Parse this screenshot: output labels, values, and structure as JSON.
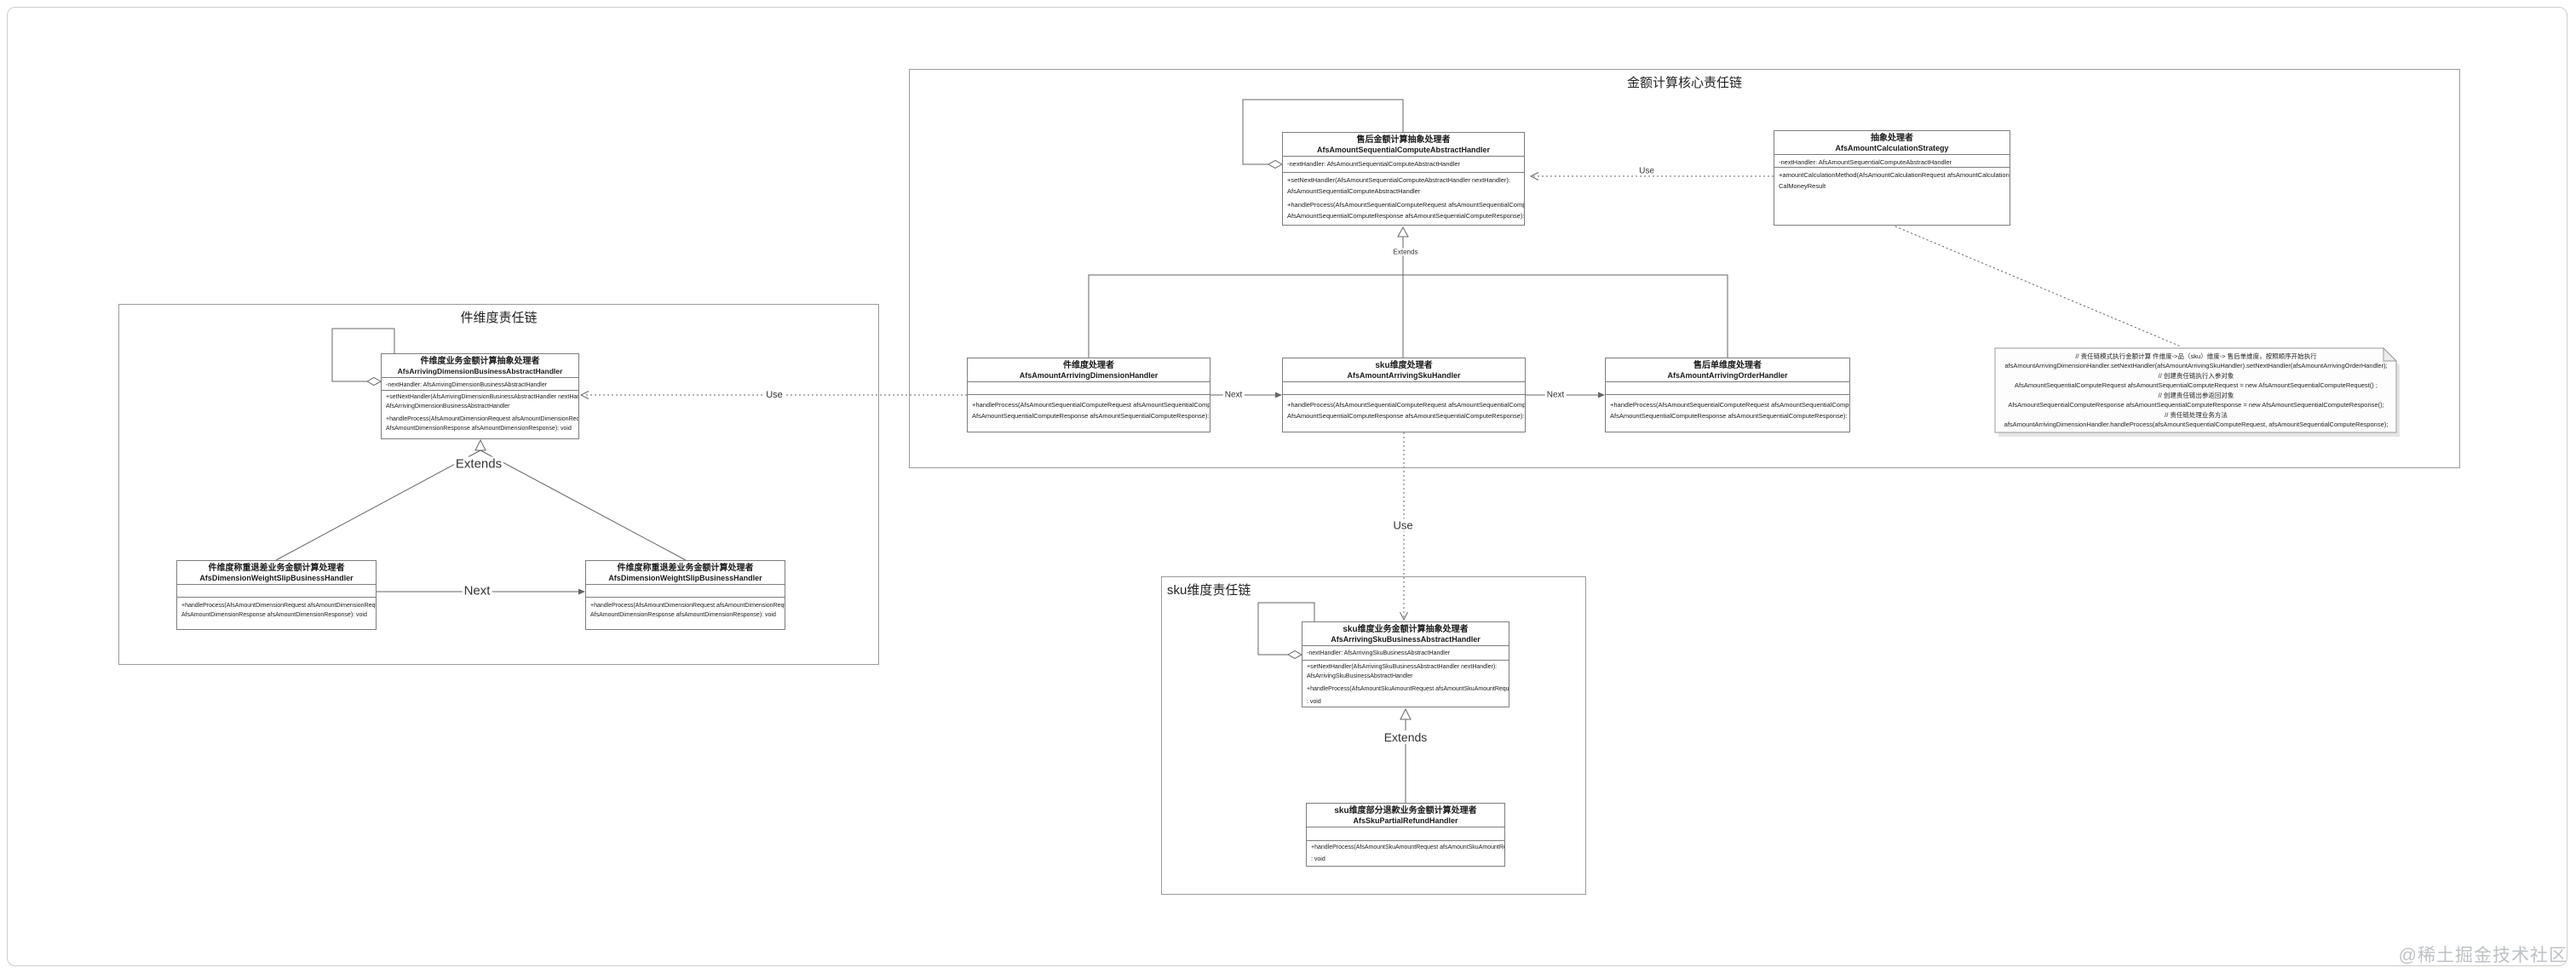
{
  "containers": {
    "core": {
      "title": "金额计算核心责任链"
    },
    "dimension": {
      "title": "件维度责任链"
    },
    "sku": {
      "title": "sku维度责任链"
    }
  },
  "classes": {
    "computeAbstract": {
      "name_cn": "售后金额计算抽象处理者",
      "name_en": "AfsAmountSequentialComputeAbstractHandler",
      "fields": [
        "-nextHandler: AfsAmountSequentialComputeAbstractHandler"
      ],
      "methods": [
        "+setNextHandler(AfsAmountSequentialComputeAbstractHandler nextHandler):",
        "AfsAmountSequentialComputeAbstractHandler",
        "+handleProcess(AfsAmountSequentialComputeRequest afsAmountSequentialComputeRequest,",
        "AfsAmountSequentialComputeResponse afsAmountSequentialComputeResponse): void"
      ]
    },
    "strategy": {
      "name_cn": "抽象处理者",
      "name_en": "AfsAmountCalculationStrategy",
      "fields": [
        "-nextHandler: AfsAmountSequentialComputeAbstractHandler"
      ],
      "methods": [
        "+amountCalculationMethod(AfsAmountCalculationRequest afsAmountCalculationRequest) :",
        "CalMoneyResult"
      ]
    },
    "arrivingDimension": {
      "name_cn": "件维度处理者",
      "name_en": "AfsAmountArrivingDimensionHandler",
      "fields": [],
      "methods": [
        "+handleProcess(AfsAmountSequentialComputeRequest afsAmountSequentialComputeRequest,",
        "AfsAmountSequentialComputeResponse afsAmountSequentialComputeResponse): void"
      ]
    },
    "arrivingSku": {
      "name_cn": "sku维度处理者",
      "name_en": "AfsAmountArrivingSkuHandler",
      "fields": [],
      "methods": [
        "+handleProcess(AfsAmountSequentialComputeRequest afsAmountSequentialComputeRequest,",
        "AfsAmountSequentialComputeResponse afsAmountSequentialComputeResponse): void"
      ]
    },
    "arrivingOrder": {
      "name_cn": "售后单维度处理者",
      "name_en": "AfsAmountArrivingOrderHandler",
      "fields": [],
      "methods": [
        "+handleProcess(AfsAmountSequentialComputeRequest afsAmountSequentialComputeRequest,",
        "AfsAmountSequentialComputeResponse afsAmountSequentialComputeResponse): void"
      ]
    },
    "dimBusinessAbstract": {
      "name_cn": "件维度业务金额计算抽象处理者",
      "name_en": "AfsArrivingDimensionBusinessAbstractHandler",
      "fields": [
        "-nextHandler: AfsArrivingDimensionBusinessAbstractHandler"
      ],
      "methods": [
        "+setNextHandler(AfsArrivingDimensionBusinessAbstractHandler nextHandler):",
        "AfsArrivingDimensionBusinessAbstractHandler",
        "+handleProcess(AfsAmountDimensionRequest afsAmountDimensionRequest,",
        "AfsAmountDimensionResponse afsAmountDimensionResponse): void"
      ]
    },
    "weightSlip": {
      "name_cn": "件维度称重退差业务金额计算处理者",
      "name_en": "AfsDimensionWeightSlipBusinessHandler",
      "fields": [],
      "methods": [
        "+handleProcess(AfsAmountDimensionRequest afsAmountDimensionRequest,",
        "AfsAmountDimensionResponse afsAmountDimensionResponse): void"
      ]
    },
    "skuBusinessAbstract": {
      "name_cn": "sku维度业务金额计算抽象处理者",
      "name_en": "AfsArrivingSkuBusinessAbstractHandler",
      "fields": [
        "-nextHandler: AfsArrivingSkuBusinessAbstractHandler"
      ],
      "methods": [
        "+setNextHandler(AfsArrivingSkuBusinessAbstractHandler nextHandler):",
        "AfsArrivingSkuBusinessAbstractHandler",
        "+handleProcess(AfsAmountSkuAmountRequest afsAmountSkuAmountRequest)",
        ": void"
      ]
    },
    "skuPartialRefund": {
      "name_cn": "sku维度部分退款业务金额计算处理者",
      "name_en": "AfsSkuPartialRefundHandler",
      "fields": [],
      "methods": [
        "+handleProcess(AfsAmountSkuAmountRequest afsAmountSkuAmountRequest)",
        ": void"
      ]
    }
  },
  "note": {
    "lines": [
      "// 责任链模式执行金额计算 件维度->品（sku）维度-> 售后单维度，按照顺序开始执行",
      "afsAmountArrivingDimensionHandler.setNextHandler(afsAmountArrivingSkuHandler).setNextHandler(afsAmountArrivingOrderHandler);",
      "// 创建责任链执行入参对象",
      "AfsAmountSequentialComputeRequest afsAmountSequentialComputeRequest = new AfsAmountSequentialComputeRequest() ;",
      "// 创建责任链出参返回对象",
      "AfsAmountSequentialComputeResponse afsAmountSequentialComputeResponse = new AfsAmountSequentialComputeResponse();",
      "// 责任链处理业务方法",
      "afsAmountArrivingDimensionHandler.handleProcess(afsAmountSequentialComputeRequest, afsAmountSequentialComputeResponse);"
    ]
  },
  "edge_labels": {
    "use_strategy": "Use",
    "extends_core": "Extends",
    "next_dimension_sku": "Next",
    "next_sku_order": "Next",
    "use_dimension_chain": "Use",
    "use_sku_chain": "Use",
    "extends_dimension": "Extends",
    "next_weight_slip": "Next",
    "extends_sku_refund": "Extends"
  },
  "watermark": "@稀土掘金技术社区",
  "colors": {
    "box_border": "#7d7d7d",
    "container_border": "#9a9a9a",
    "wire": "#666666",
    "watermark": "#bdc1c5",
    "note_bg": "#fdfdfd"
  }
}
